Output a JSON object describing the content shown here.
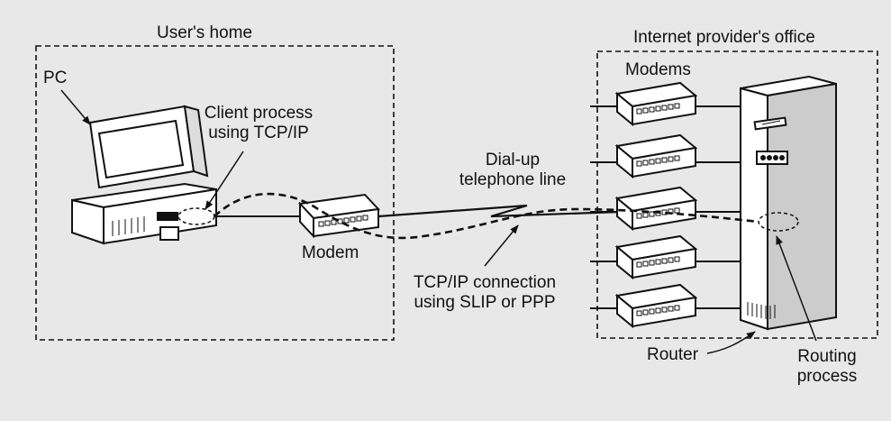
{
  "regions": {
    "home_label": "User's home",
    "isp_label": "Internet provider's office"
  },
  "labels": {
    "pc": "PC",
    "client_process_line1": "Client process",
    "client_process_line2": "using TCP/IP",
    "modem": "Modem",
    "dialup_line1": "Dial-up",
    "dialup_line2": "telephone line",
    "tcpip_line1": "TCP/IP connection",
    "tcpip_line2": "using SLIP or PPP",
    "modems": "Modems",
    "router": "Router",
    "routing_line1": "Routing",
    "routing_line2": "process"
  },
  "modem_rack_count": 5
}
